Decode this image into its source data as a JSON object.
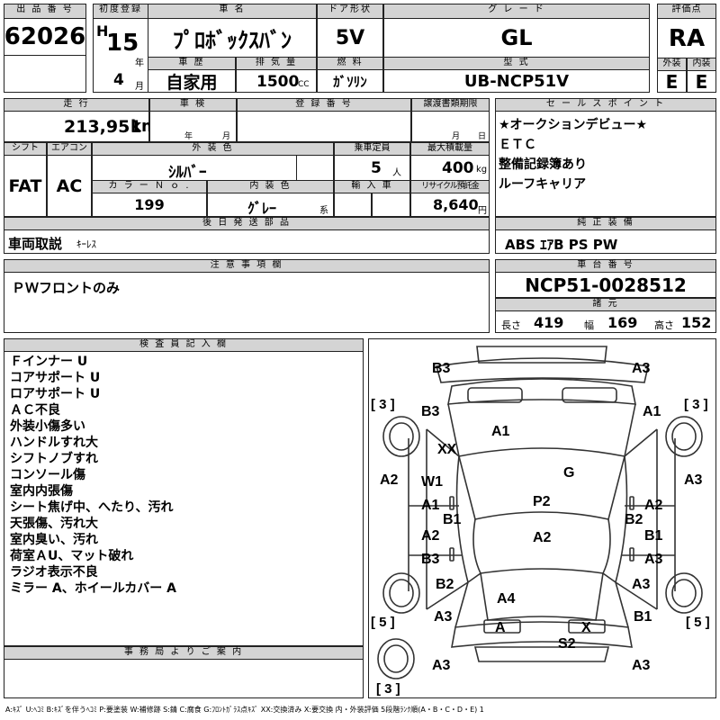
{
  "lot": {
    "label": "出 品 番 号",
    "value": "62026"
  },
  "first_reg": {
    "label": "初度登録",
    "era": "H",
    "year": "15",
    "year_unit": "年",
    "month": "4",
    "month_unit": "月"
  },
  "car_name": {
    "label": "車 名",
    "value": "ﾌﾟﾛﾎﾞｯｸｽﾊﾞﾝ"
  },
  "door": {
    "label": "ドア形状",
    "value": "5V"
  },
  "grade": {
    "label": "グ レ ー ド",
    "value": "GL"
  },
  "score": {
    "label": "評価点",
    "value": "RA"
  },
  "history": {
    "label": "車 歴",
    "value": "自家用"
  },
  "displacement": {
    "label": "排 気 量",
    "value": "1500",
    "unit": "CC"
  },
  "fuel": {
    "label": "燃 料",
    "value": "ｶﾞｿﾘﾝ"
  },
  "model": {
    "label": "型 式",
    "value": "UB-NCP51V"
  },
  "exterior_grade": {
    "label": "外装",
    "value": "E"
  },
  "interior_grade": {
    "label": "内装",
    "value": "E"
  },
  "mileage": {
    "label": "走 行",
    "value": "213,951",
    "unit": "km"
  },
  "inspection": {
    "label": "車 検",
    "year_unit": "年",
    "month_unit": "月"
  },
  "reg_no": {
    "label": "登 録 番 号"
  },
  "transfer": {
    "label": "譲渡書類期限",
    "month_unit": "月",
    "day_unit": "日"
  },
  "shift": {
    "label": "シフト",
    "value": "FAT"
  },
  "ac": {
    "label": "エアコン",
    "value": "AC"
  },
  "ext_color": {
    "label": "外 装 色",
    "value": "ｼﾙﾊﾞｰ"
  },
  "capacity": {
    "label": "乗車定員",
    "value": "5",
    "unit": "人"
  },
  "max_load": {
    "label": "最大積載量",
    "value": "400",
    "unit": "kg"
  },
  "color_no": {
    "label": "カ ラ ー Ｎ ｏ .",
    "value": "199"
  },
  "int_color": {
    "label": "内 装 色",
    "value": "ｸﾞﾚｰ",
    "unit": "系"
  },
  "import": {
    "label": "輸 入 車"
  },
  "recycle": {
    "label": "リサイクル預託金",
    "value": "8,640",
    "unit": "円"
  },
  "later_parts": {
    "label": "後 日 発 送 部 品",
    "bold": "車両取説",
    "rest": "ｷｰﾚｽ"
  },
  "sales_points": {
    "label": "セ ー ル ス ポ イ ン ト",
    "lines": [
      "★オークションデビュー★",
      "ＥＴＣ",
      "整備記録簿あり",
      "ルーフキャリア"
    ]
  },
  "equipment": {
    "label": "純 正 装 備",
    "value": "ABS ｴｱB PS PW"
  },
  "caution": {
    "label": "注 意 事 項 欄",
    "value": "ＰＷフロントのみ"
  },
  "chassis": {
    "label": "車 台 番 号",
    "value": "NCP51-0028512"
  },
  "dims": {
    "label": "諸 元",
    "length_label": "長さ",
    "length": "419",
    "width_label": "幅",
    "width": "169",
    "height_label": "高さ",
    "height": "152"
  },
  "inspector": {
    "label": "検 査 員 記 入 欄",
    "lines": [
      "Ｆインナー U",
      "コアサポート U",
      "ロアサポート U",
      "ＡＣ不良",
      "外装小傷多い",
      "ハンドルすれ大",
      "シフトノブすれ",
      "コンソール傷",
      "室内内張傷",
      "シート焦げ中、へたり、汚れ",
      "天張傷、汚れ大",
      "室内臭い、汚れ",
      "荷室ＡU、マット破れ",
      "ラジオ表示不良",
      "ミラー A、ホイールカバー A"
    ]
  },
  "office": {
    "label": "事 務 局 よ り ご 案 内"
  },
  "diagram_marks": {
    "b3_tl": "B3",
    "a3_tr": "A3",
    "b3_l": "B3",
    "a1_r": "A1",
    "xx": "XX",
    "a1_hood": "A1",
    "g": "G",
    "a2_l": "A2",
    "a3_r": "A3",
    "w1": "W1",
    "a1_l": "A1",
    "b1_l": "B1",
    "p2": "P2",
    "a2_r": "A2",
    "b2_r": "B2",
    "a2_door_l": "A2",
    "b3_door_l": "B3",
    "a2_roof": "A2",
    "b1_r": "B1",
    "a3_door_r": "A3",
    "b2_l": "B2",
    "a3_r2": "A3",
    "a4": "A4",
    "a3_l": "A3",
    "b1_r2": "B1",
    "a": "A",
    "x": "X",
    "s2": "S2",
    "a3_bl": "A3",
    "a3_br": "A3",
    "tire_fl": "[ 3 ]",
    "tire_fr": "[ 3 ]",
    "tire_rl": "[ 5 ]",
    "tire_rr": "[ 5 ]",
    "tire_spare": "[ 3 ]"
  },
  "legend": "A:ｷｽﾞ U:ﾍｺﾐ B:ｷｽﾞを伴うﾍｺﾐ P:要塗装 W:補修跡 S:錆 C:腐食 G:ﾌﾛﾝﾄｶﾞﾗｽ点ｷｽﾞ XX:交換済み X:要交換  内・外装評価 5段階ﾗﾝｸ順(A・B・C・D・E) 1"
}
